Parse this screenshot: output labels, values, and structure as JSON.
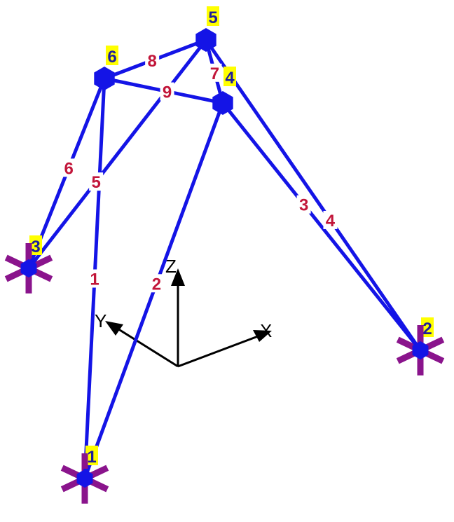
{
  "colors": {
    "member": "#1414e6",
    "node": "#1414e6",
    "node_label_text": "#1d1d9c",
    "node_label_bg": "#ffff00",
    "member_label_text": "#c2163a",
    "support": "#8a148c",
    "axis": "#000000",
    "background": "#ffffff"
  },
  "axes": {
    "x_label": "X",
    "y_label": "Y",
    "z_label": "Z"
  },
  "nodes": [
    {
      "id": "1",
      "support": "fixed"
    },
    {
      "id": "2",
      "support": "fixed"
    },
    {
      "id": "3",
      "support": "fixed"
    },
    {
      "id": "4",
      "support": "none"
    },
    {
      "id": "5",
      "support": "none"
    },
    {
      "id": "6",
      "support": "none"
    }
  ],
  "members": [
    {
      "label": "1",
      "from": "1",
      "to": "6"
    },
    {
      "label": "2",
      "from": "1",
      "to": "4"
    },
    {
      "label": "3",
      "from": "2",
      "to": "4"
    },
    {
      "label": "4",
      "from": "2",
      "to": "5"
    },
    {
      "label": "5",
      "from": "3",
      "to": "5"
    },
    {
      "label": "6",
      "from": "3",
      "to": "6"
    },
    {
      "label": "7",
      "from": "4",
      "to": "5"
    },
    {
      "label": "8",
      "from": "5",
      "to": "6"
    },
    {
      "label": "9",
      "from": "4",
      "to": "6"
    }
  ]
}
